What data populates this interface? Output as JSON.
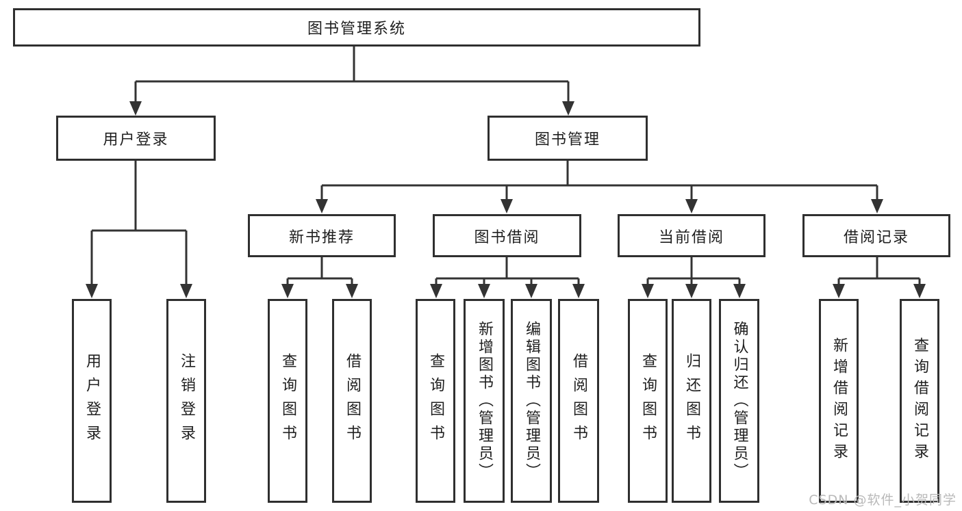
{
  "diagram": {
    "root": "图书管理系统",
    "user_login": {
      "label": "用户登录",
      "children": [
        "用户登录",
        "注销登录"
      ]
    },
    "book_management": {
      "label": "图书管理",
      "sections": {
        "new_books": {
          "label": "新书推荐",
          "children": [
            "查询图书",
            "借阅图书"
          ]
        },
        "borrowing": {
          "label": "图书借阅",
          "children": [
            "查询图书",
            "新增图书（管理员）",
            "编辑图书（管理员）",
            "借阅图书"
          ]
        },
        "current": {
          "label": "当前借阅",
          "children": [
            "查询图书",
            "归还图书",
            "确认归还（管理员）"
          ]
        },
        "records": {
          "label": "借阅记录",
          "children": [
            "新增借阅记录",
            "查询借阅记录"
          ]
        }
      }
    }
  },
  "watermark": "CSDN @软件_小贺同学",
  "colors": {
    "line": "#333333",
    "border": "#2f2f2f",
    "text": "#1f1f1f",
    "watermark": "#b9b9b9",
    "background": "#ffffff"
  }
}
